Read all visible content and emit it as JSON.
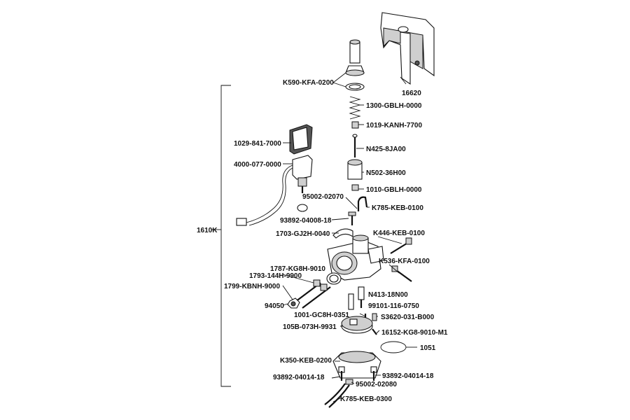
{
  "diagram": {
    "assembly_label": "1610K",
    "part_labels": {
      "cover": "16620",
      "top_cap": "K590-KFA-0200",
      "spring": "1300-GBLH-0000",
      "clip": "1019-KANH-7700",
      "needle": "N425-8JA00",
      "slide": "N502-36H00",
      "retainer": "1010-GBLH-0000",
      "hose_clip_upper": "95002-02070",
      "vent_tube_upper": "K785-KEB-0100",
      "choke_cap": "1029-841-7000",
      "choke": "4000-077-0000",
      "screw_upper": "93892-04008-18",
      "clamp": "1703-GJ2H-0040",
      "idle_screw": "K446-KEB-0100",
      "mix_screw": "K536-KFA-0100",
      "spacer": "1787-KG8H-9010",
      "gasket": "1793-144H-9900",
      "stud": "1799-KBNH-9000",
      "nut": "94050",
      "main_jet": "N413-18N00",
      "jet_holder": "99101-116-0750",
      "float_pin": "1001-GC8H-0351",
      "float_valve": "S3620-031-B000",
      "float": "105B-073H-9931",
      "float_needle": "16152-KG8-9010-M1",
      "bowl_oring": "1051",
      "float_bowl": "K350-KEB-0200",
      "screw_left": "93892-04014-18",
      "screw_right": "93892-04014-18",
      "hose_clip_lower": "95002-02080",
      "vent_tube_lower": "K785-KEB-0300"
    }
  }
}
